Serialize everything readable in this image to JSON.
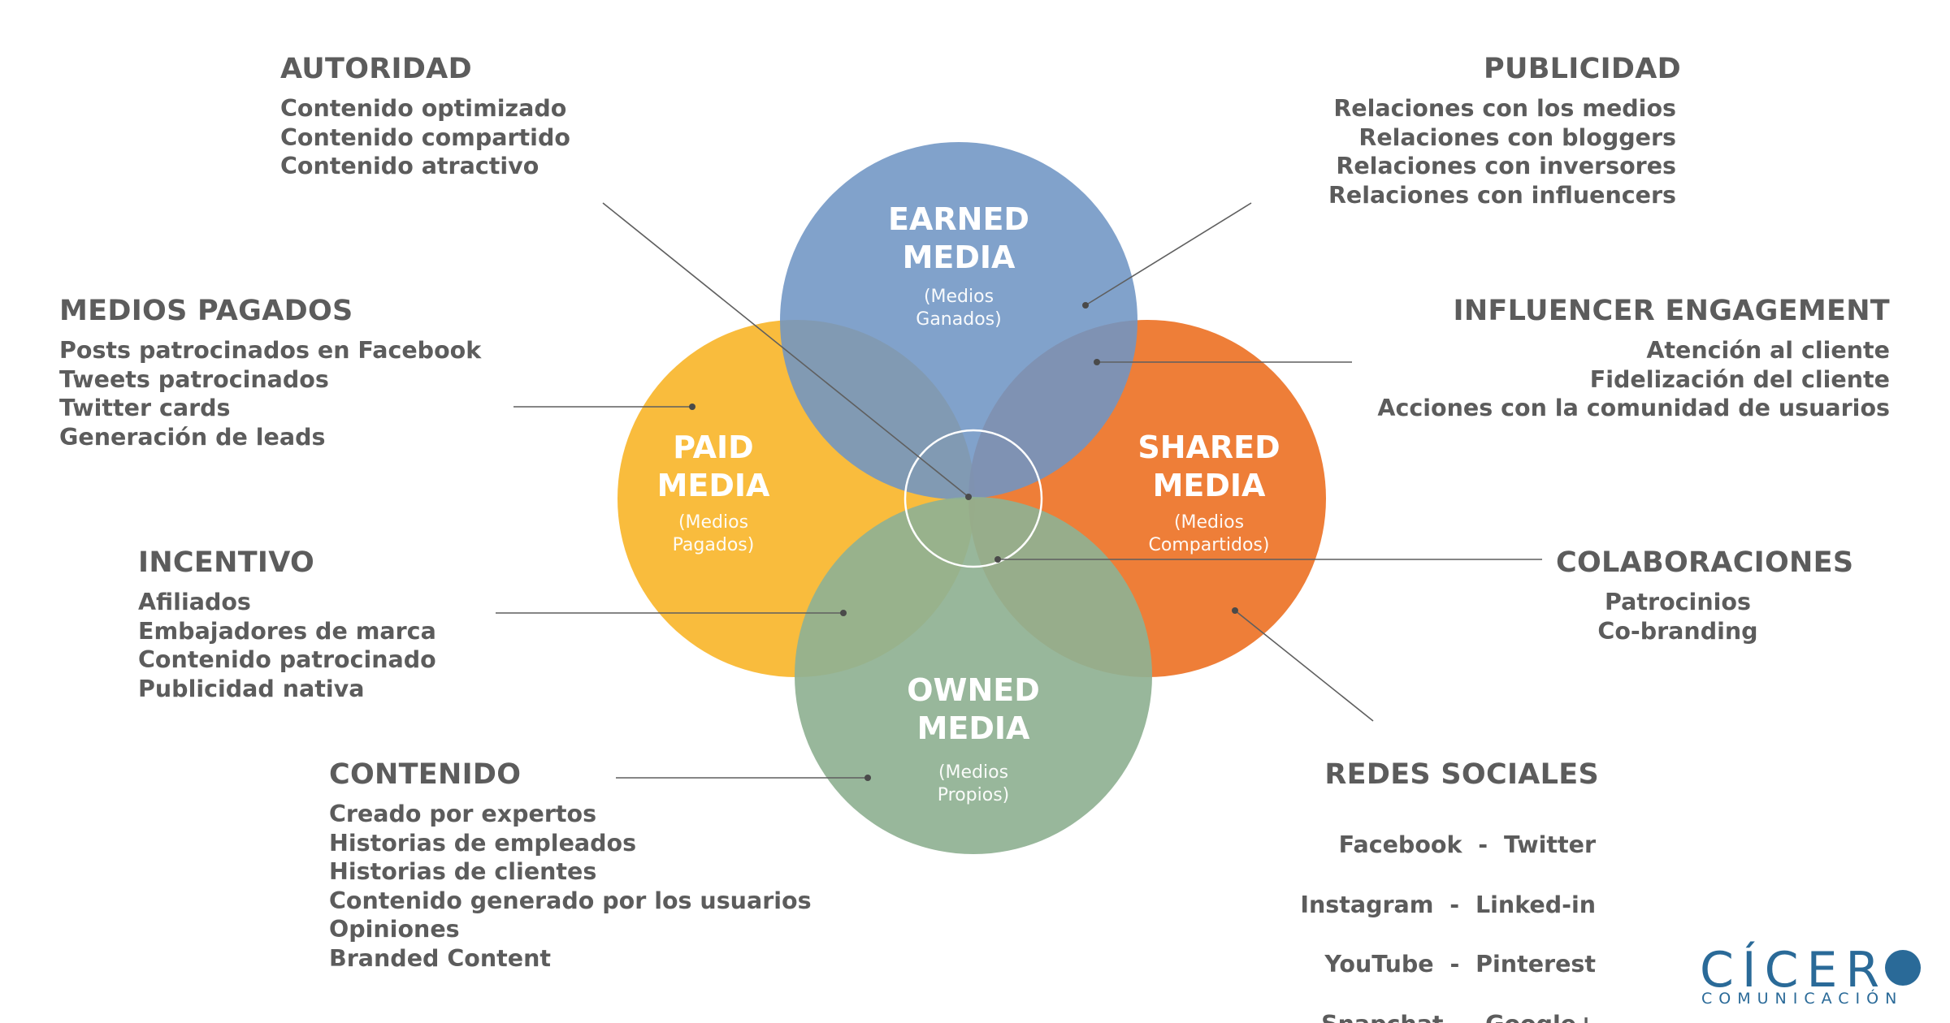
{
  "colors": {
    "earned": "#6f95c4",
    "paid": "#f9b62c",
    "shared": "#ec7022",
    "owned": "#8fb193",
    "text": "#5c5c5c",
    "brand": "#2a6a98"
  },
  "circles": {
    "earned": {
      "title_1": "EARNED",
      "title_2": "MEDIA",
      "sub_1": "(Medios",
      "sub_2": "Ganados)"
    },
    "paid": {
      "title_1": "PAID",
      "title_2": "MEDIA",
      "sub_1": "(Medios",
      "sub_2": "Pagados)"
    },
    "shared": {
      "title_1": "SHARED",
      "title_2": "MEDIA",
      "sub_1": "(Medios",
      "sub_2": "Compartidos)"
    },
    "owned": {
      "title_1": "OWNED",
      "title_2": "MEDIA",
      "sub_1": "(Medios",
      "sub_2": "Propios)"
    }
  },
  "blocks": {
    "autoridad": {
      "title": "AUTORIDAD",
      "items": [
        "Contenido optimizado",
        "Contenido compartido",
        "Contenido atractivo"
      ]
    },
    "medios_pagados": {
      "title": "MEDIOS PAGADOS",
      "items": [
        "Posts patrocinados en Facebook",
        "Tweets patrocinados",
        "Twitter cards",
        "Generación de leads"
      ]
    },
    "incentivo": {
      "title": "INCENTIVO",
      "items": [
        "Afiliados",
        "Embajadores de marca",
        "Contenido patrocinado",
        "Publicidad nativa"
      ]
    },
    "contenido": {
      "title": "CONTENIDO",
      "items": [
        "Creado por expertos",
        "Historias de empleados",
        "Historias de clientes",
        "Contenido generado por los usuarios",
        "Opiniones",
        "Branded Content"
      ]
    },
    "publicidad": {
      "title": "PUBLICIDAD",
      "items": [
        "Relaciones con los medios",
        "Relaciones con bloggers",
        "Relaciones con inversores",
        "Relaciones con influencers"
      ]
    },
    "influencer": {
      "title": "INFLUENCER ENGAGEMENT",
      "items": [
        "Atención al cliente",
        "Fidelización del cliente",
        "Acciones con la comunidad de usuarios"
      ]
    },
    "colaboraciones": {
      "title": "COLABORACIONES",
      "items": [
        "Patrocinios",
        "Co-branding"
      ]
    },
    "redes": {
      "title": "REDES SOCIALES",
      "items": [
        "Facebook  -  Twitter",
        "Instagram  -  Linked-in",
        "YouTube  -  Pinterest",
        "Snapchat  -  Google+"
      ]
    }
  },
  "logo": {
    "word": "CÍCER",
    "sub": "COMUNICACIÓN"
  }
}
